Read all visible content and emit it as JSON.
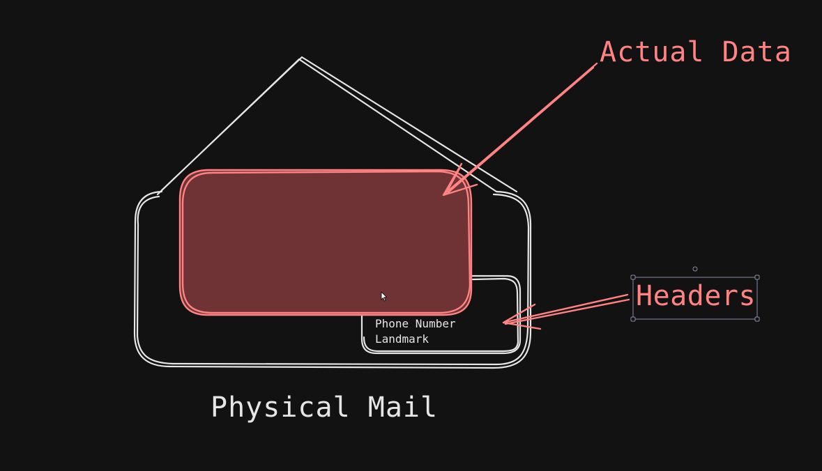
{
  "colors": {
    "background": "#121212",
    "stroke": "#e6e6e6",
    "accent": "#ff8383",
    "data_fill": "#703335",
    "selection": "#8a8aa8"
  },
  "labels": {
    "actual_data": "Actual Data",
    "headers": "Headers",
    "physical_mail": "Physical Mail",
    "phone_number": "Phone Number",
    "landmark": "Landmark"
  }
}
